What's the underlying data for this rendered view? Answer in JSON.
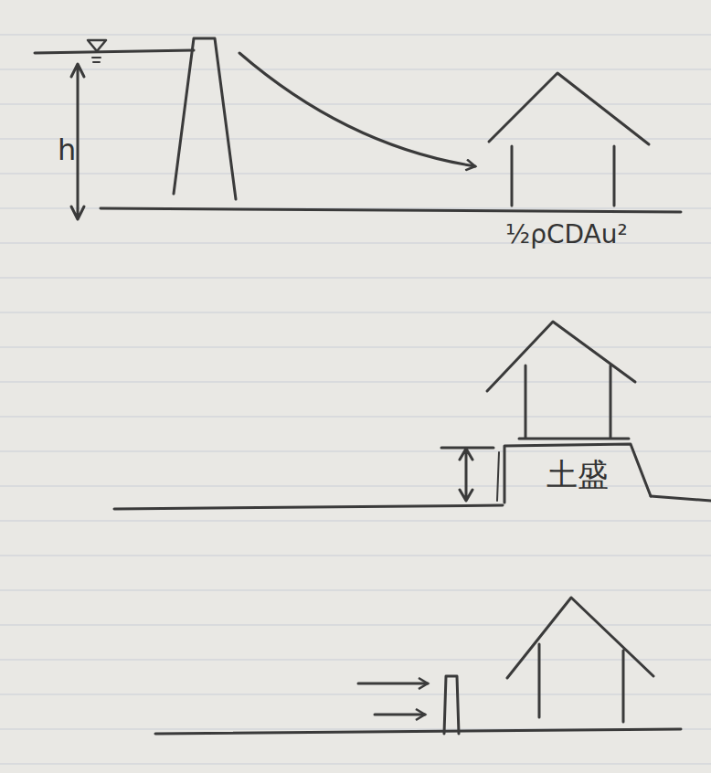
{
  "diagram": {
    "nodes": [
      {
        "text": [
          "土盛"
        ]
      }
    ],
    "labels": [
      "h",
      "½ρCDAu²"
    ]
  }
}
